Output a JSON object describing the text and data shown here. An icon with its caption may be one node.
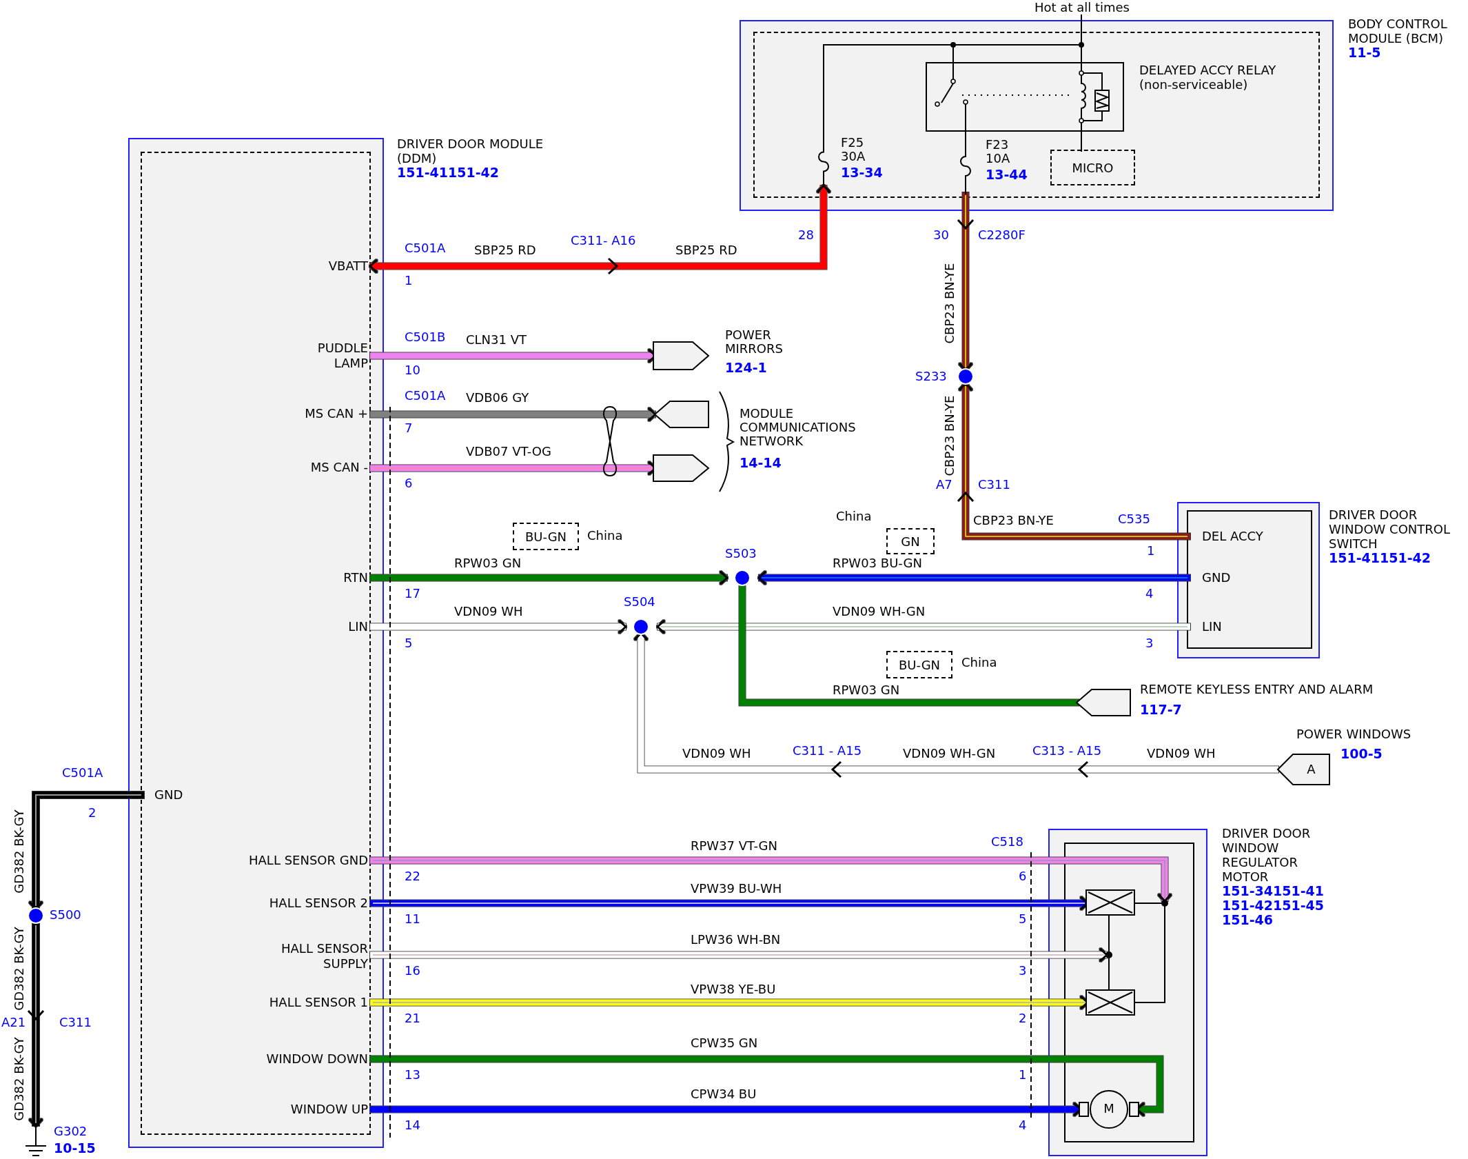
{
  "diagram": {
    "nodes": [
      {
        "text": [
          "DRIVER DOOR MODULE (DDM)",
          "151-41151-42"
        ]
      },
      {
        "text": [
          "VBATT"
        ],
        "in": 0
      },
      {
        "text": [
          "PUDDLE LAMP"
        ],
        "in": 0
      },
      {
        "text": [
          "MS CAN +"
        ],
        "in": 0
      },
      {
        "text": [
          "MS CAN -"
        ],
        "in": 0
      },
      {
        "text": [
          "RTN"
        ],
        "in": 0
      },
      {
        "text": [
          "LIN"
        ],
        "in": 0
      },
      {
        "text": [
          "GND"
        ],
        "in": 0
      },
      {
        "text": [
          "HALL SENSOR GND"
        ],
        "in": 0
      },
      {
        "text": [
          "HALL SENSOR 2"
        ],
        "in": 0
      },
      {
        "text": [
          "HALL SENSOR SUPPLY"
        ],
        "in": 0
      },
      {
        "text": [
          "HALL SENSOR 1"
        ],
        "in": 0
      },
      {
        "text": [
          "WINDOW DOWN"
        ],
        "in": 0
      },
      {
        "text": [
          "WINDOW UP"
        ],
        "in": 0
      },
      {
        "text": [
          "Hot at all times"
        ]
      },
      {
        "text": [
          "BODY CONTROL MODULE (BCM)",
          "11-5"
        ]
      },
      {
        "text": [
          "F25 30A",
          "13-34"
        ],
        "in": 15
      },
      {
        "text": [
          "DELAYED ACCY RELAY (non-serviceable)"
        ],
        "in": 15
      },
      {
        "text": [
          "F23 10A",
          "13-44"
        ],
        "in": 15
      },
      {
        "text": [
          "MICRO"
        ],
        "in": 15
      },
      {
        "text": [
          "S233"
        ]
      },
      {
        "text": [
          "DRIVER DOOR WINDOW CONTROL SWITCH",
          "151-41151-42"
        ]
      },
      {
        "text": [
          "DEL ACCY"
        ],
        "in": 21
      },
      {
        "text": [
          "GND"
        ],
        "in": 21
      },
      {
        "text": [
          "LIN"
        ],
        "in": 21
      },
      {
        "text": [
          "POWER MIRRORS",
          "124-1"
        ]
      },
      {
        "text": [],
        "shape": "box"
      },
      {
        "text": [],
        "shape": "box"
      },
      {
        "text": [
          "S503"
        ]
      },
      {
        "text": [
          "S504"
        ]
      },
      {
        "text": [
          "REMOTE KEYLESS ENTRY AND ALARM",
          "117-7"
        ]
      },
      {
        "text": [
          "A"
        ],
        "beside": [
          "POWER WINDOWS",
          "100-5"
        ]
      },
      {
        "text": [
          "S500"
        ]
      },
      {
        "text": [
          "G302",
          "10-15"
        ]
      },
      {
        "text": [
          "DRIVER DOOR WINDOW REGULATOR MOTOR",
          "151-34151-41 151-42151-45 151-46"
        ]
      },
      {
        "text": [],
        "shape": "box",
        "in": 34
      },
      {
        "text": [],
        "shape": "box",
        "in": 34
      },
      {
        "text": [
          "M"
        ],
        "in": 34
      },
      {
        "text": [
          "BU-GN"
        ],
        "beside": [
          "China"
        ]
      },
      {
        "text": [
          "GN"
        ],
        "beside": [
          "China"
        ]
      },
      {
        "text": [
          "BU-GN"
        ],
        "beside": [
          "China"
        ]
      },
      {
        "text": [],
        "shape": "circle",
        "in": 34
      },
      {
        "text": [],
        "shape": "circle",
        "in": 34
      }
    ],
    "edges": [
      {
        "from": 1,
        "to": 16,
        "arrow": "both",
        "label": "SBP25 RD",
        "color": "#ff0000"
      },
      {
        "from": 2,
        "to": 25,
        "arrow": "to",
        "label": "CLN31 VT",
        "color": "#ee82ee"
      },
      {
        "from": 3,
        "to": 26,
        "arrow": "to",
        "label": "VDB06 GY",
        "color": "#808080"
      },
      {
        "from": 4,
        "to": 27,
        "arrow": "to",
        "label": "VDB07 VT-OG",
        "color": "#ee82ee"
      },
      {
        "from": 5,
        "to": 28,
        "arrow": "to",
        "label": "RPW03 GN",
        "color": "#008000"
      },
      {
        "from": 23,
        "to": 28,
        "arrow": "to",
        "label": "RPW03 BU-GN",
        "color": "#0000ff"
      },
      {
        "from": 28,
        "to": 30,
        "arrow": "none",
        "label": "RPW03 GN",
        "color": "#008000"
      },
      {
        "from": 6,
        "to": 29,
        "arrow": "to",
        "label": "VDN09 WH",
        "color": "#ffffff"
      },
      {
        "from": 24,
        "to": 29,
        "arrow": "to",
        "label": "VDN09 WH-GN",
        "color": "#ffffff"
      },
      {
        "from": 31,
        "to": 29,
        "arrow": "to",
        "label": "VDN09 WH",
        "color": "#ffffff"
      },
      {
        "from": 14,
        "to": 17,
        "arrow": "none"
      },
      {
        "from": 14,
        "to": 16,
        "arrow": "none"
      },
      {
        "from": 17,
        "to": 18,
        "arrow": "none"
      },
      {
        "from": 17,
        "to": 19,
        "arrow": "none"
      },
      {
        "from": 18,
        "to": 20,
        "arrow": "to",
        "label": "CBP23 BN-YE",
        "color": "#8b1a1a"
      },
      {
        "from": 22,
        "to": 20,
        "arrow": "to",
        "label": "CBP23 BN-YE",
        "color": "#8b1a1a"
      },
      {
        "from": 7,
        "to": 32,
        "arrow": "to",
        "label": "GD382 BK-GY",
        "color": "#000000"
      },
      {
        "from": 32,
        "to": 33,
        "arrow": "to",
        "label": "GD382 BK-GY",
        "color": "#000000"
      },
      {
        "from": 8,
        "to": 41,
        "arrow": "to",
        "label": "RPW37 VT-GN",
        "color": "#ee82ee"
      },
      {
        "from": 41,
        "to": 35,
        "arrow": "none"
      },
      {
        "from": 41,
        "to": 36,
        "arrow": "none"
      },
      {
        "from": 9,
        "to": 35,
        "arrow": "to",
        "label": "VPW39 BU-WH",
        "color": "#0000ff"
      },
      {
        "from": 10,
        "to": 42,
        "arrow": "to",
        "label": "LPW36 WH-BN",
        "color": "#ffffff"
      },
      {
        "from": 42,
        "to": 35,
        "arrow": "none"
      },
      {
        "from": 42,
        "to": 36,
        "arrow": "none"
      },
      {
        "from": 11,
        "to": 36,
        "arrow": "to",
        "label": "VPW38 YE-BU",
        "color": "#ffff00"
      },
      {
        "from": 12,
        "to": 37,
        "arrow": "to",
        "label": "CPW35 GN",
        "color": "#008000"
      },
      {
        "from": 13,
        "to": 37,
        "arrow": "to",
        "label": "CPW34 BU",
        "color": "#0000ff"
      }
    ],
    "labels": [
      "C501A",
      "1",
      "C311- A16",
      "SBP25 RD",
      "28",
      "30",
      "C2280F",
      "C501B",
      "10",
      "C501A",
      "7",
      "MODULE COMMUNICATIONS NETWORK",
      "14-14",
      "6",
      "A7",
      "C311",
      "CBP23 BN-YE",
      "C535",
      "1",
      "17",
      "4",
      "5",
      "3",
      "C311 - A15",
      "VDN09 WH-GN",
      "C313 - A15",
      "VDN09 WH",
      "C501A",
      "2",
      "GD382 BK-GY",
      "A21",
      "C311",
      "C518",
      "22",
      "6",
      "11",
      "5",
      "16",
      "3",
      "21",
      "2",
      "13",
      "1",
      "14",
      "4"
    ]
  }
}
